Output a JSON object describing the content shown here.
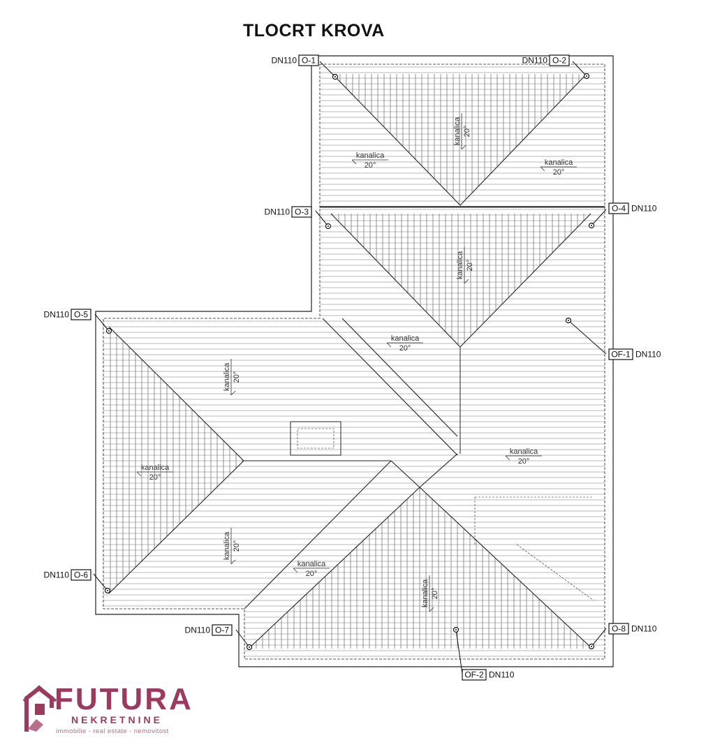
{
  "title": "TLOCRT KROVA",
  "colors": {
    "line": "#222222",
    "hatch": "#666666",
    "tag_border": "#111111",
    "brand": "#9b3a5e"
  },
  "icon": "futura-house-logo-icon",
  "brand": {
    "name": "FUTURA",
    "sub": "NEKRETNINE",
    "tagline": "immobilie - real estate - nemovitost"
  },
  "pipe_size": "DN110",
  "drains": [
    {
      "id": "o1",
      "code": "O-1",
      "size": "DN110"
    },
    {
      "id": "o2",
      "code": "O-2",
      "size": "DN110"
    },
    {
      "id": "o3",
      "code": "O-3",
      "size": "DN110"
    },
    {
      "id": "o4",
      "code": "O-4",
      "size": "DN110"
    },
    {
      "id": "o5",
      "code": "O-5",
      "size": "DN110"
    },
    {
      "id": "o6",
      "code": "O-6",
      "size": "DN110"
    },
    {
      "id": "o7",
      "code": "O-7",
      "size": "DN110"
    },
    {
      "id": "o8",
      "code": "O-8",
      "size": "DN110"
    },
    {
      "id": "of1",
      "code": "OF-1",
      "size": "DN110"
    },
    {
      "id": "of2",
      "code": "OF-2",
      "size": "DN110"
    }
  ],
  "slope_notes": [
    {
      "material": "kanalica",
      "angle": "20°"
    },
    {
      "material": "kanalica",
      "angle": "20°"
    },
    {
      "material": "kanalica",
      "angle": "20°"
    },
    {
      "material": "kanalica",
      "angle": "20°"
    },
    {
      "material": "kanalica",
      "angle": "20°"
    },
    {
      "material": "kanalica",
      "angle": "20°"
    },
    {
      "material": "kanalica",
      "angle": "20°"
    },
    {
      "material": "kanalica",
      "angle": "20°"
    },
    {
      "material": "kanalica",
      "angle": "20°"
    },
    {
      "material": "kanalica",
      "angle": "20°"
    },
    {
      "material": "kanalica",
      "angle": "20°"
    }
  ]
}
